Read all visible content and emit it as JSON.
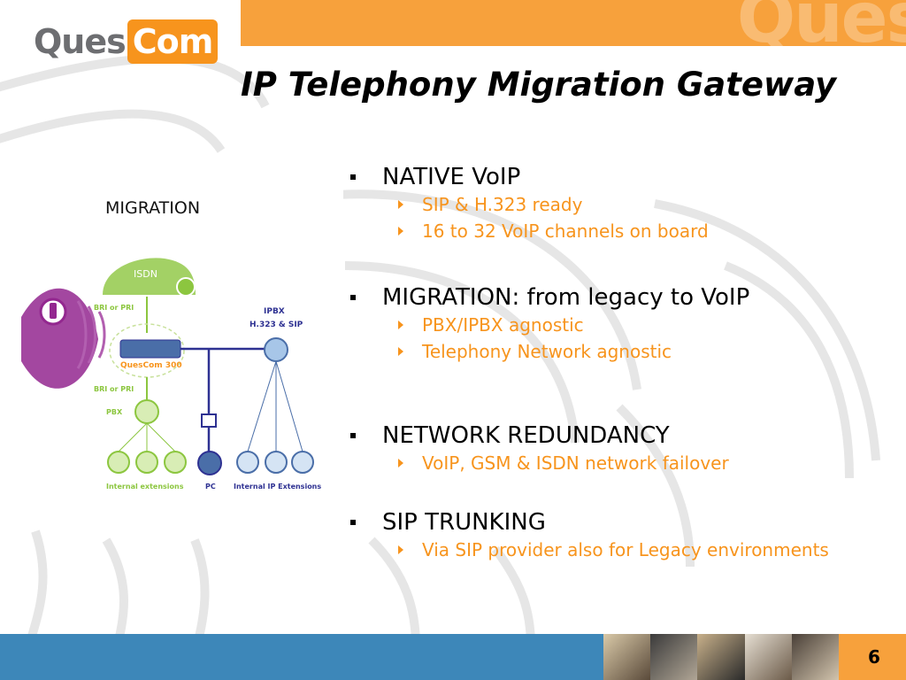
{
  "logo": {
    "part1": "Ques",
    "part2": "Com"
  },
  "header": {
    "watermark": "Ques"
  },
  "title": "IP Telephony Migration Gateway",
  "diagram": {
    "caption": "MIGRATION",
    "labels": {
      "isdn": "ISDN",
      "bri_pri_top": "BRI or PRI",
      "ipbx": "IPBX",
      "h323_sip": "H.323 & SIP",
      "device": "QuesCom 300",
      "bri_pri_bottom": "BRI or PRI",
      "pbx": "PBX",
      "internal_ext": "Internal extensions",
      "pc": "PC",
      "internal_ip_ext": "Internal IP Extensions"
    }
  },
  "bullets": [
    {
      "text": "NATIVE VoIP",
      "subs": [
        "SIP & H.323 ready",
        "16 to 32 VoIP channels on board"
      ]
    },
    {
      "text": "MIGRATION: from legacy to VoIP",
      "subs": [
        "PBX/IPBX agnostic",
        "Telephony Network agnostic"
      ]
    },
    {
      "text": "NETWORK REDUNDANCY",
      "subs": [
        "VoIP, GSM & ISDN network failover"
      ]
    },
    {
      "text": "SIP TRUNKING",
      "subs": [
        "Via SIP provider also for Legacy environments"
      ]
    }
  ],
  "footer": {
    "page_number": "6"
  },
  "colors": {
    "accent": "#f7941d",
    "header_bar": "#f7a13c",
    "footer_bar": "#3d87b9",
    "green": "#8cc63f",
    "purple": "#93278f",
    "navy": "#2e3192"
  }
}
